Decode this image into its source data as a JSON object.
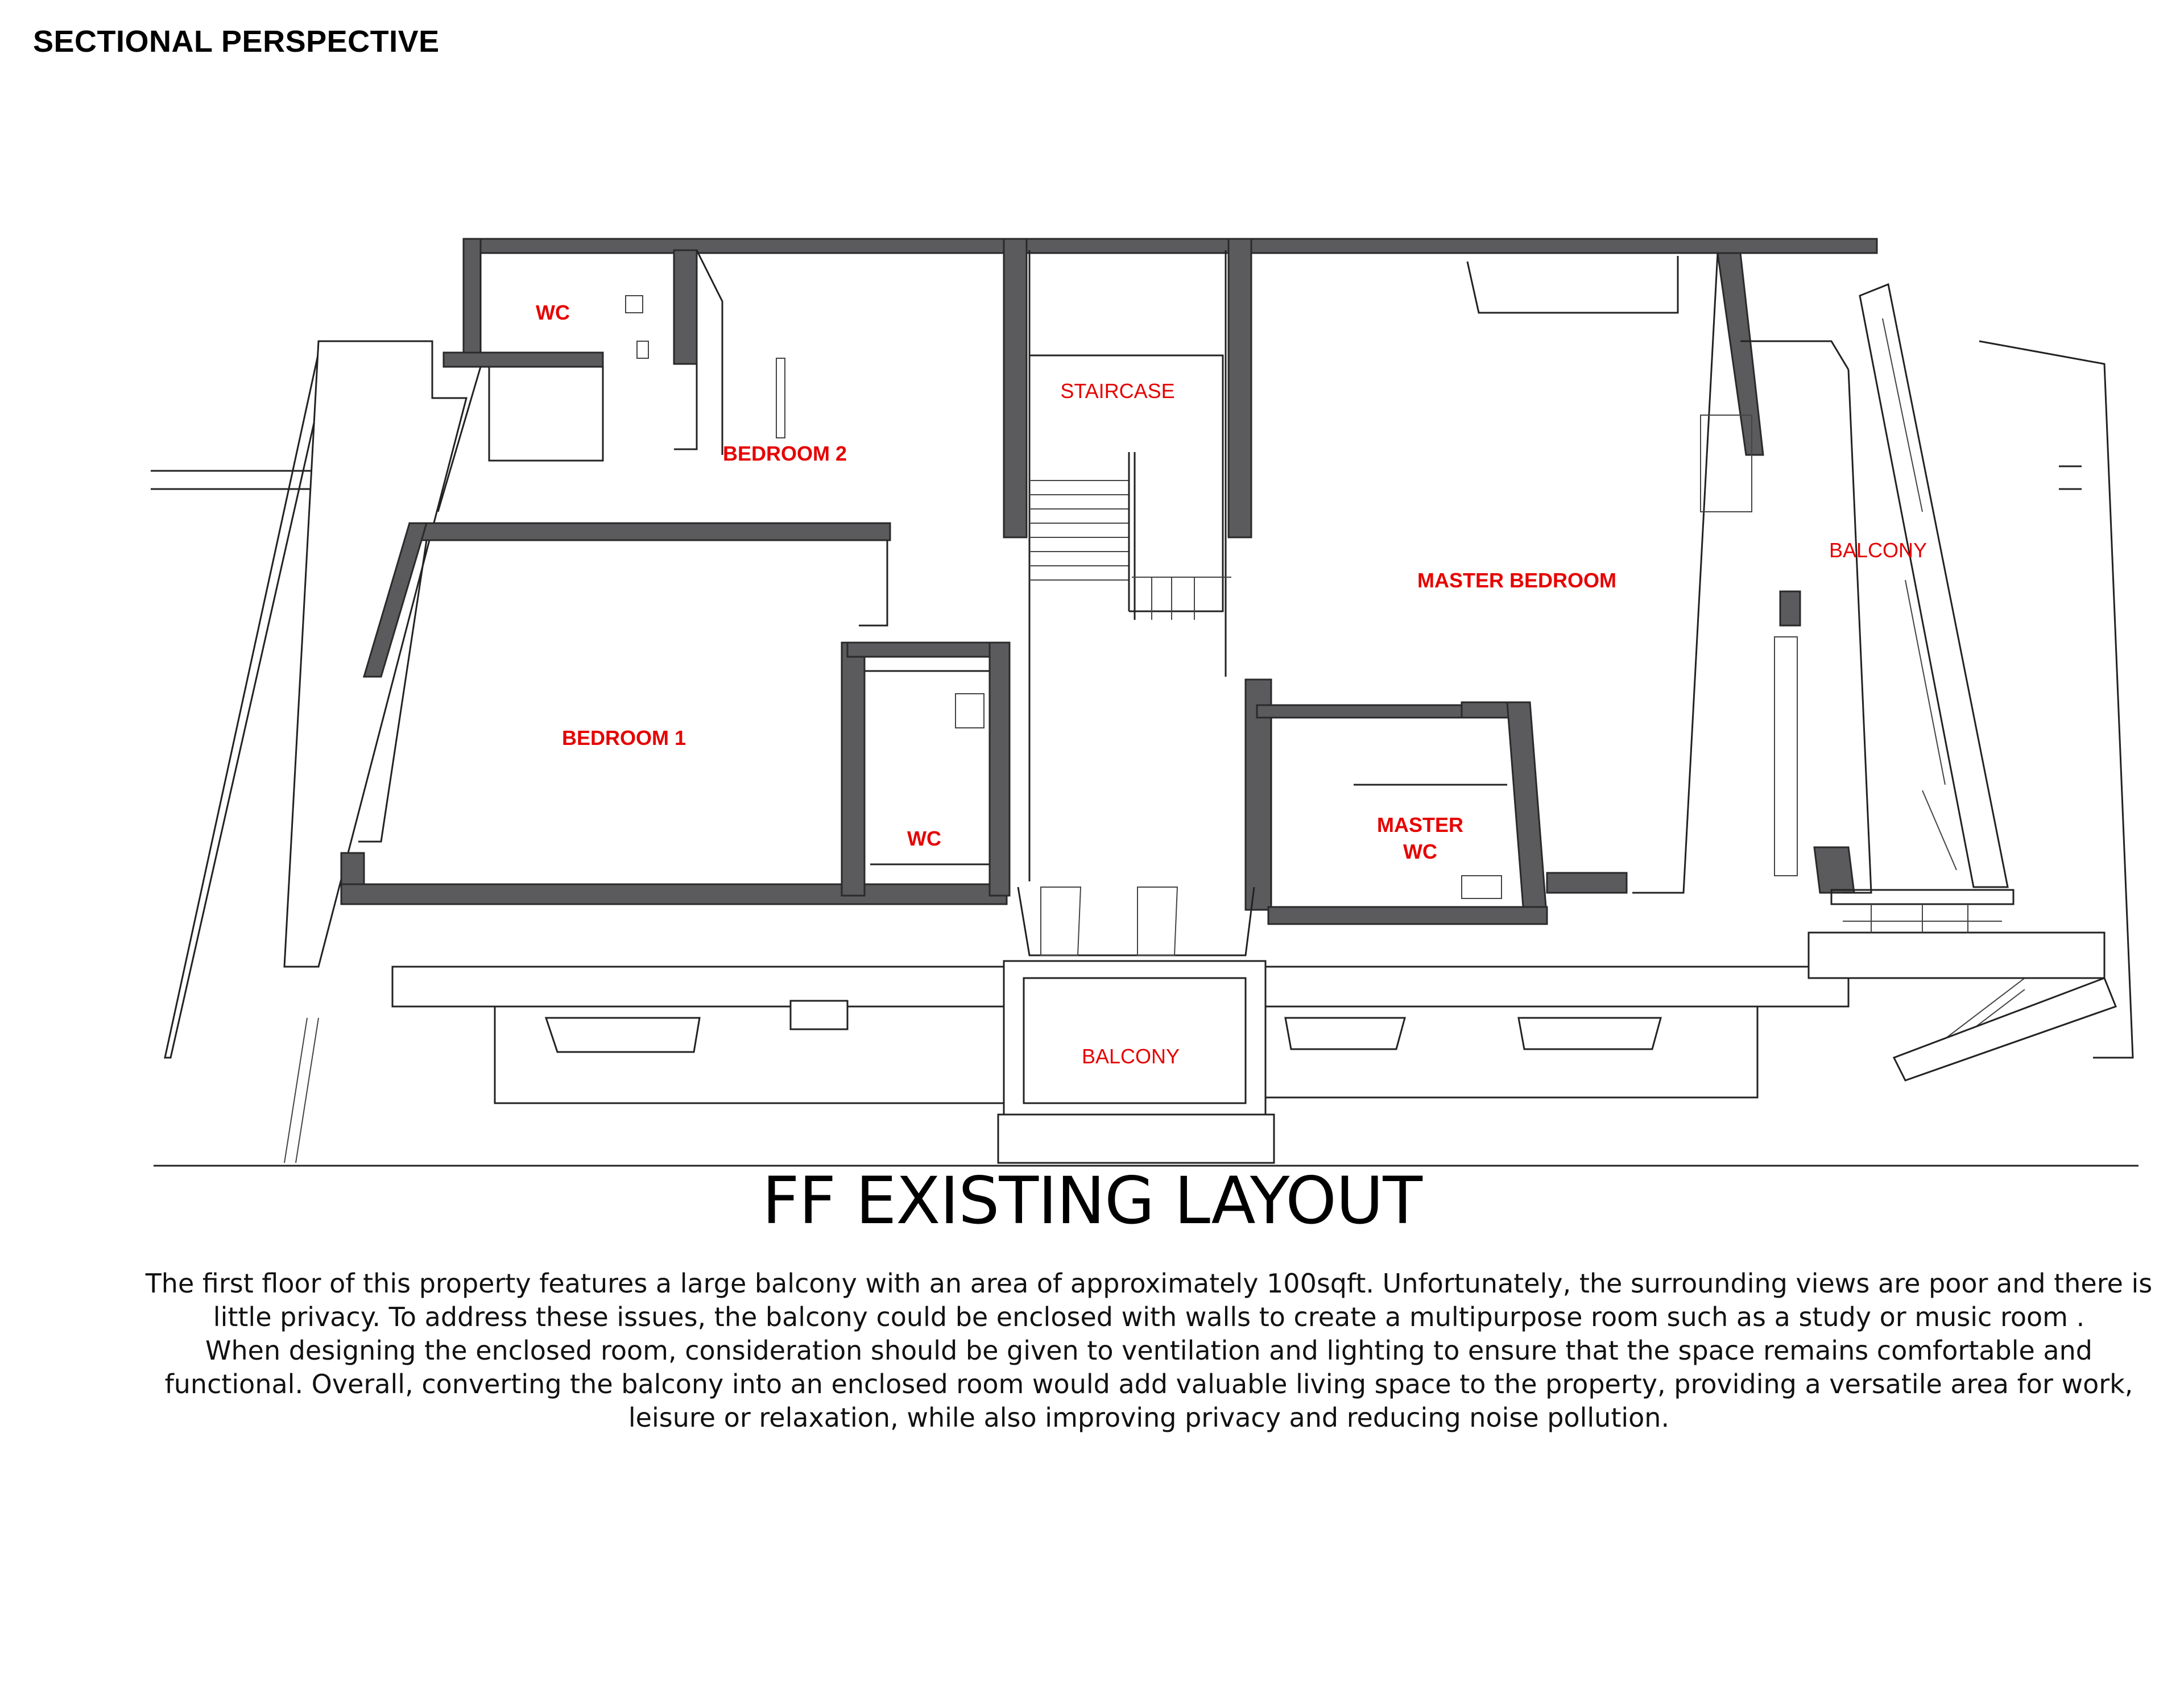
{
  "heading": "SECTIONAL PERSPECTIVE",
  "layout_title": "FF EXISTING LAYOUT",
  "rooms": {
    "wc_top": "WC",
    "bedroom2": "BEDROOM 2",
    "staircase": "STAIRCASE",
    "master_bedroom": "MASTER BEDROOM",
    "balcony_right": "BALCONY",
    "bedroom1": "BEDROOM 1",
    "wc_mid": "WC",
    "master_wc_line1": "MASTER",
    "master_wc_line2": "WC",
    "balcony_front": "BALCONY"
  },
  "description": {
    "paragraph1": "The first floor of this property features a large balcony with an area of approximately 100sqft. Unfortunately, the surrounding views are poor and there is little privacy. To address these issues, the balcony could be enclosed with walls to create a multipurpose room such as a study or music room .",
    "paragraph2": "When designing the enclosed room, consideration should be given to ventilation and lighting to ensure that the space remains comfortable and functional. Overall, converting the balcony into an enclosed room would add valuable living space to the property, providing a versatile area for work, leisure or relaxation, while also improving privacy and reducing noise pollution."
  },
  "colors": {
    "label_red": "#e60000",
    "wall_grey": "#5b5b5d",
    "line": "#222222"
  }
}
